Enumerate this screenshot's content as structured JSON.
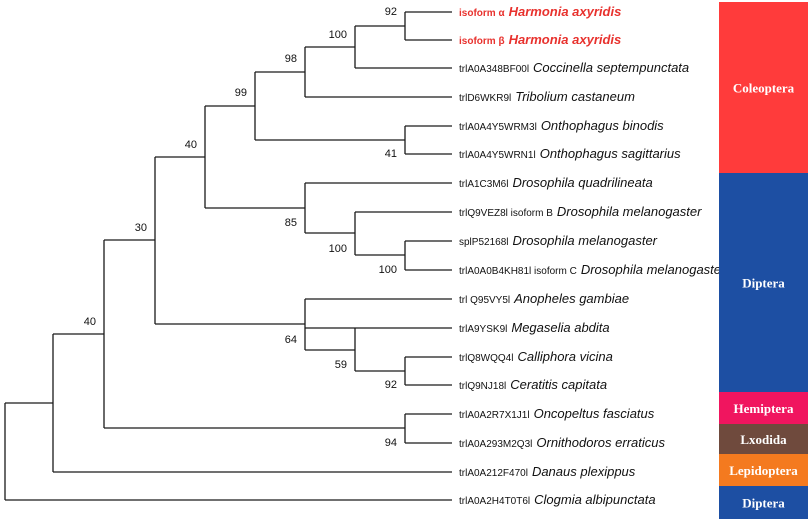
{
  "taxa": [
    {
      "id": "t0",
      "acc": "isoform α",
      "species": "Harmonia axyridis",
      "highlight": true
    },
    {
      "id": "t1",
      "acc": "isoform β",
      "species": "Harmonia axyridis",
      "highlight": true
    },
    {
      "id": "t2",
      "acc": "trlA0A348BF00l",
      "species": "Coccinella septempunctata"
    },
    {
      "id": "t3",
      "acc": "trlD6WKR9l",
      "species": "Tribolium castaneum"
    },
    {
      "id": "t4",
      "acc": "trlA0A4Y5WRM3l",
      "species": "Onthophagus binodis"
    },
    {
      "id": "t5",
      "acc": "trlA0A4Y5WRN1l",
      "species": "Onthophagus sagittarius"
    },
    {
      "id": "t6",
      "acc": "trlA1C3M6l",
      "species": "Drosophila quadrilineata"
    },
    {
      "id": "t7",
      "acc": "trlQ9VEZ8l isoform B",
      "species": "Drosophila melanogaster"
    },
    {
      "id": "t8",
      "acc": "splP52168l",
      "species": "Drosophila melanogaster"
    },
    {
      "id": "t9",
      "acc": "trlA0A0B4KH81l isoform C",
      "species": "Drosophila melanogaster"
    },
    {
      "id": "t10",
      "acc": "trl Q95VY5l",
      "species": "Anopheles gambiae"
    },
    {
      "id": "t11",
      "acc": "trlA9YSK9l",
      "species": "Megaselia abdita"
    },
    {
      "id": "t12",
      "acc": "trlQ8WQQ4l",
      "species": "Calliphora vicina"
    },
    {
      "id": "t13",
      "acc": "trlQ9NJ18l",
      "species": "Ceratitis capitata"
    },
    {
      "id": "t14",
      "acc": "trlA0A2R7X1J1l",
      "species": "Oncopeltus fasciatus"
    },
    {
      "id": "t15",
      "acc": "trlA0A293M2Q3l",
      "species": "Ornithodoros erraticus"
    },
    {
      "id": "t16",
      "acc": "trlA0A212F470l",
      "species": "Danaus plexippus"
    },
    {
      "id": "t17",
      "acc": "trlA0A2H4T0T6l",
      "species": "Clogmia albipunctata"
    }
  ],
  "bootstrap": [
    "92",
    "100",
    "98",
    "99",
    "41",
    "40",
    "85",
    "100",
    "100",
    "30",
    "64",
    "59",
    "92",
    "40",
    "94"
  ],
  "groups": [
    {
      "name": "Coleoptera",
      "color": "#ff3b3b"
    },
    {
      "name": "Diptera",
      "color": "#1d4fa3"
    },
    {
      "name": "Hemiptera",
      "color": "#f0155f"
    },
    {
      "name": "Lxodida",
      "color": "#6f4a3d"
    },
    {
      "name": "Lepidoptera",
      "color": "#f47a1f"
    },
    {
      "name": "Diptera",
      "color": "#1d4fa3"
    }
  ],
  "colors": {
    "highlight": "#e8322e",
    "branch": "#1a1a1a"
  }
}
